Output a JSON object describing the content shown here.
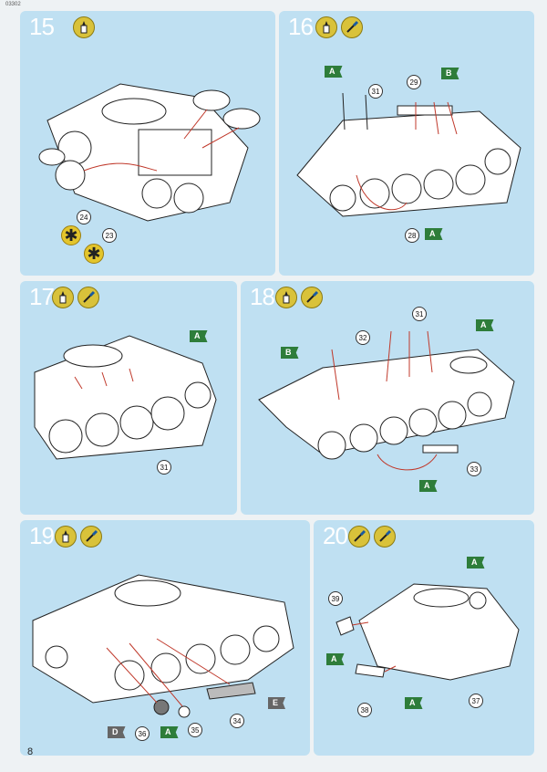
{
  "doc": {
    "code": "03302",
    "page_number": "8"
  },
  "icons": {
    "glue": "glue-icon",
    "paint_brush": "paint-brush-icon",
    "glue_star": "glue-star-icon"
  },
  "colors": {
    "panel": "#bfe0f2",
    "flag_green": "#2e7d3a",
    "flag_gray": "#666666",
    "icon_yellow": "#d9c23a"
  },
  "steps": [
    {
      "number": "15",
      "callouts": [
        "24",
        "23"
      ],
      "flags": []
    },
    {
      "number": "16",
      "callouts": [
        "31",
        "29",
        "28"
      ],
      "flags": [
        "A",
        "B",
        "A"
      ]
    },
    {
      "number": "17",
      "callouts": [
        "31"
      ],
      "flags": [
        "A"
      ]
    },
    {
      "number": "18",
      "callouts": [
        "31",
        "32",
        "33"
      ],
      "flags": [
        "B",
        "A",
        "A"
      ]
    },
    {
      "number": "19",
      "callouts": [
        "36",
        "35",
        "34"
      ],
      "flags": [
        "D",
        "A",
        "E"
      ]
    },
    {
      "number": "20",
      "callouts": [
        "39",
        "38",
        "37"
      ],
      "flags": [
        "A",
        "A",
        "A"
      ]
    }
  ]
}
